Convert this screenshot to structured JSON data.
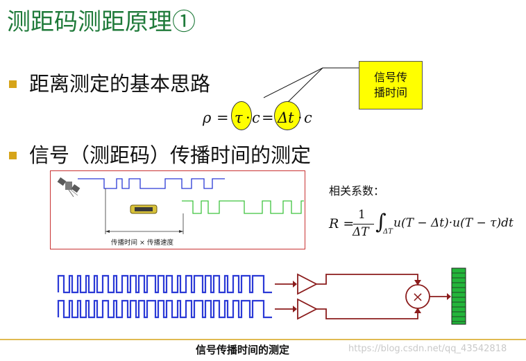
{
  "slide": {
    "title": "测距码测距原理①",
    "bullets": [
      {
        "text": "距离测定的基本思路"
      },
      {
        "text": "信号（测距码）传播时间的测定"
      }
    ],
    "callout": {
      "line1": "信号传",
      "line2": "播时间"
    },
    "range_equation": {
      "rho": "ρ",
      "eq1": "=",
      "tau": "τ",
      "dot1": "·",
      "c1": "c",
      "eq2": "=",
      "delta_t": "Δt",
      "dot2": "·",
      "c2": "c"
    },
    "signal_box": {
      "caption": "传播时间 × 传播速度"
    },
    "correlation": {
      "label": "相关系数：",
      "lhs": "R =",
      "numerator": "1",
      "denominator": "ΔT",
      "integral_sub": "ΔT",
      "integrand": "u(T − Δt)·u(T − τ)dt"
    },
    "correlator": {
      "multiply_symbol": "×"
    },
    "footer": {
      "caption": "信号传播时间的测定"
    },
    "watermark": "https://blog.csdn.net/qq_43542818"
  },
  "colors": {
    "title_green": "#1f7a3a",
    "bullet_gold": "#d6a419",
    "highlight_yellow": "#ffff00",
    "signal_blue": "#2a39d6",
    "signal_green": "#3ec43e",
    "frame_red": "#c83232",
    "wiring_darkred": "#8b1c1c",
    "meter_green": "#22b53a"
  }
}
